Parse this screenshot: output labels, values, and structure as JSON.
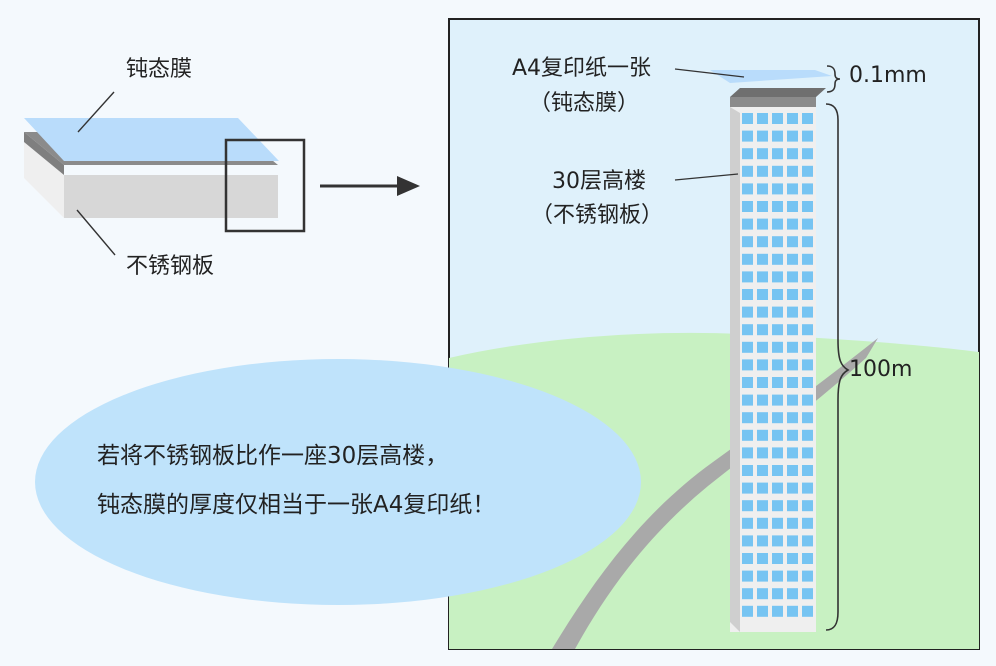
{
  "left": {
    "film_label": "钝态膜",
    "plate_label": "不锈钢板"
  },
  "right": {
    "paper_label": "A4复印纸一张",
    "paper_sub_label": "（钝态膜）",
    "building_label": "30层高楼",
    "building_sub_label": "（不锈钢板）",
    "thickness_label": "0.1mm",
    "height_label": "100m"
  },
  "bubble": {
    "line1": "若将不锈钢板比作一座30层高楼，",
    "line2": "钝态膜的厚度仅相当于一张A4复印纸！"
  },
  "colors": {
    "sky": "#dff1fb",
    "grass": "#c8f1c2",
    "road": "#a9a9a9",
    "film": "#b9dcfb",
    "plate_top": "#8b8b8b",
    "plate_front": "#d7d7d7",
    "plate_side": "#ececec",
    "building_window": "#76c4f2",
    "bubble": "#bfe3fb"
  }
}
